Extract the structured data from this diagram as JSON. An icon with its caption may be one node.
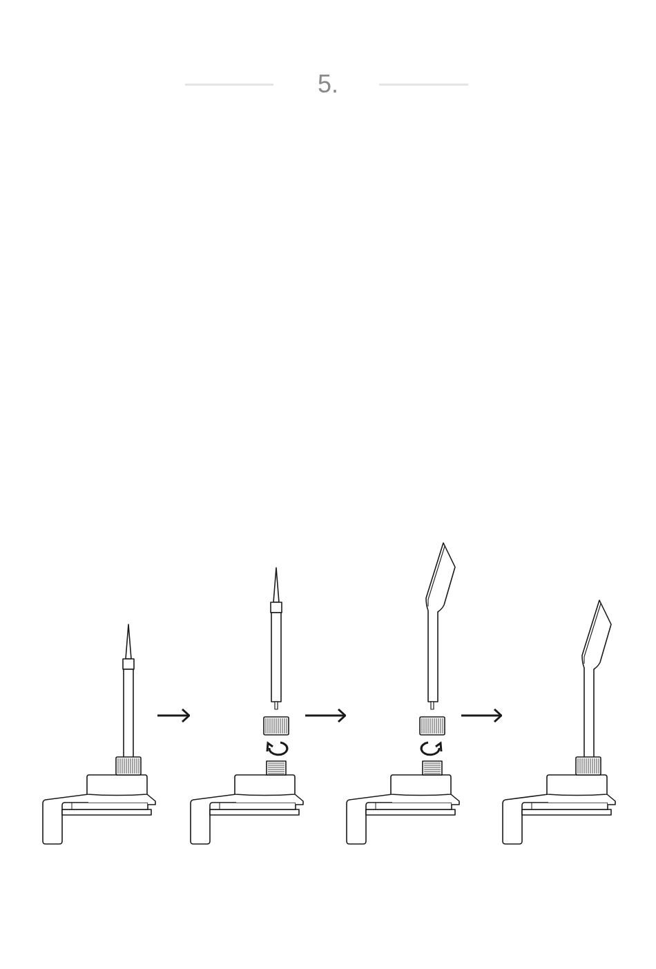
{
  "diagram": {
    "title": "5.",
    "nodes": [
      {
        "text": [],
        "shape": "picture"
      },
      {
        "text": [],
        "shape": "picture"
      },
      {
        "text": [],
        "shape": "picture"
      },
      {
        "text": [],
        "shape": "picture"
      }
    ],
    "edges": [
      {
        "from": 0,
        "to": 1,
        "arrow": "to"
      },
      {
        "from": 1,
        "to": 2,
        "arrow": "to"
      },
      {
        "from": 2,
        "to": 3,
        "arrow": "to"
      }
    ]
  }
}
